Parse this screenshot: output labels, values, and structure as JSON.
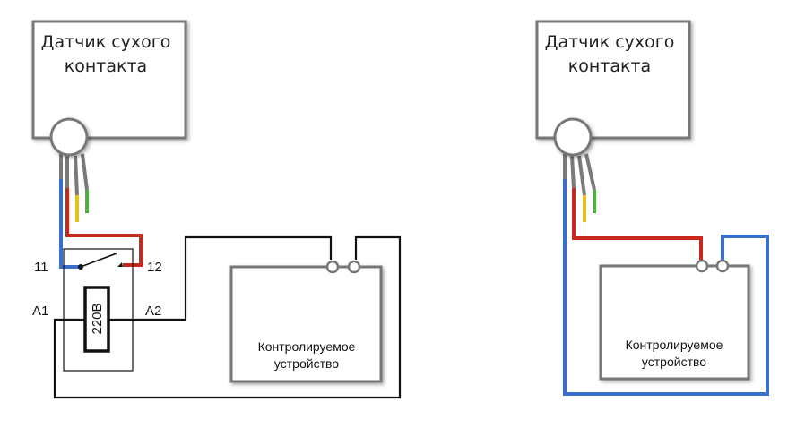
{
  "left": {
    "sensor_line1": "Датчик сухого",
    "sensor_line2": "контакта",
    "device_line1": "Контролируемое",
    "device_line2": "устройство",
    "relay_voltage": "220В",
    "terminal_11": "11",
    "terminal_12": "12",
    "terminal_a1": "A1",
    "terminal_a2": "A2"
  },
  "right": {
    "sensor_line1": "Датчик сухого",
    "sensor_line2": "контакта",
    "device_line1": "Контролируемое",
    "device_line2": "устройство"
  },
  "colors": {
    "box_stroke": "#777777",
    "wire_gray": "#7a7a7a",
    "wire_blue": "#3a6fc9",
    "wire_red": "#c8281e",
    "wire_yellow": "#e6c01e",
    "wire_green": "#4caf3f",
    "wire_black": "#111111"
  }
}
